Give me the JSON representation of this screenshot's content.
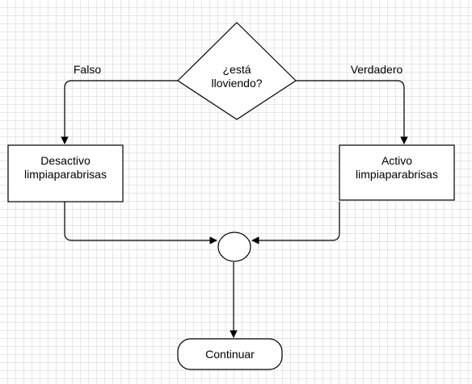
{
  "diagram": {
    "decision": {
      "line1": "¿está",
      "line2": "lloviendo?"
    },
    "left_box": {
      "line1": "Desactivo",
      "line2": "limpiaparabrisas"
    },
    "right_box": {
      "line1": "Activo",
      "line2": "limpiaparabrisas"
    },
    "terminal": {
      "label": "Continuar"
    },
    "edges": {
      "false_label": "Falso",
      "true_label": "Verdadero"
    }
  }
}
